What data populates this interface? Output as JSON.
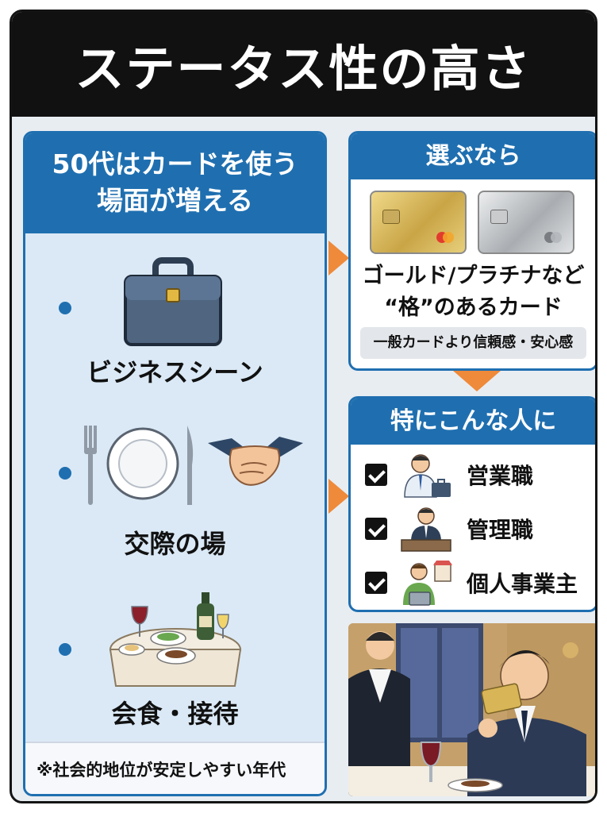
{
  "title": "ステータス性の高さ",
  "left_panel": {
    "heading_line1": "50代はカードを使う",
    "heading_line2": "場面が増える",
    "scenes": [
      {
        "label": "ビジネスシーン",
        "icon": "briefcase-icon"
      },
      {
        "label": "交際の場",
        "icon": "dining-handshake-icon"
      },
      {
        "label": "会食・接待",
        "icon": "dinner-table-icon"
      }
    ],
    "note": "※社会的地位が安定しやすい年代"
  },
  "choose_panel": {
    "heading": "選ぶなら",
    "text_line1": "ゴールド/プラチナなど",
    "text_line2": "“格”のあるカード",
    "sub": "一般カードより信頼感・安心感"
  },
  "target_panel": {
    "heading": "特にこんな人に",
    "items": [
      {
        "label": "営業職",
        "icon": "salesperson-icon"
      },
      {
        "label": "管理職",
        "icon": "manager-icon"
      },
      {
        "label": "個人事業主",
        "icon": "self-employed-icon"
      }
    ]
  },
  "colors": {
    "accent_blue": "#1f6fb0",
    "arrow_orange": "#ef8a3a",
    "title_bg": "#111111"
  }
}
